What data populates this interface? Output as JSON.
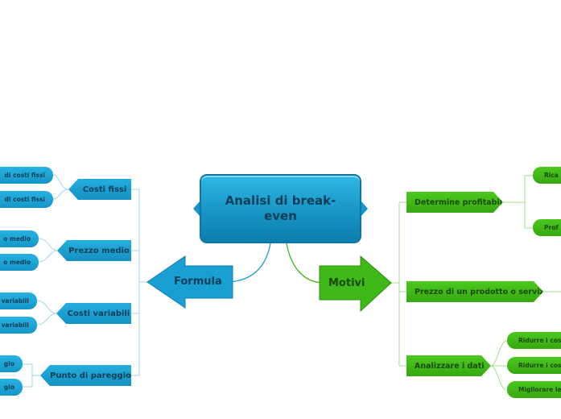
{
  "root": {
    "label": "Analisi di break-even"
  },
  "formula": {
    "label": "Formula",
    "groups": [
      {
        "label": "Costi fissi",
        "leaves": [
          "di costi fissi",
          "di costi fissi"
        ]
      },
      {
        "label": "Prezzo medio",
        "leaves": [
          "o medio",
          "o medio"
        ]
      },
      {
        "label": "Costi variabili",
        "leaves": [
          "variabili",
          "variabili"
        ]
      },
      {
        "label": "Punto di pareggio",
        "leaves": [
          "gio",
          "gio"
        ]
      }
    ]
  },
  "motivi": {
    "label": "Motivi",
    "groups": [
      {
        "label": "Determine profitability",
        "leaves": [
          "Rica",
          "Prof"
        ]
      },
      {
        "label": "Prezzo di un prodotto o servizio",
        "leaves": []
      },
      {
        "label": "Analizzare i dati",
        "leaves": [
          "Ridurre i cos",
          "Ridurre i cos",
          "Migliorare le"
        ]
      }
    ]
  },
  "colors": {
    "blue": "#1a9fd2",
    "blue_dark": "#0b3f57",
    "blue_line": "#9fd6ea",
    "green": "#3fb917",
    "green_dark": "#1a4a0c",
    "green_line": "#a6dc8c"
  }
}
